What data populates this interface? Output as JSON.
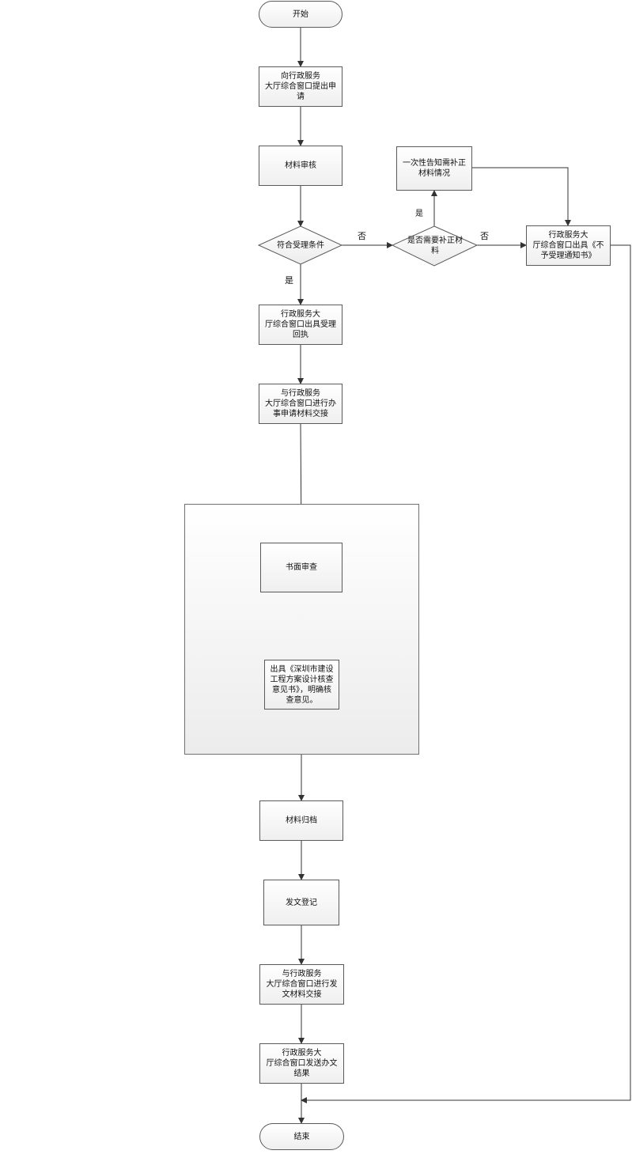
{
  "nodes": {
    "start": "开始",
    "submit_application": "向行政服务\n大厅综合窗口提出申\n请",
    "material_review": "材料审核",
    "meets_conditions": "符合受理条件",
    "need_supplement": "是否需要补正材\n料",
    "notify_supplement": "一次性告知需补正\n材料情况",
    "issue_rejection": "行政服务大\n厅综合窗口出具《不\n予受理通知书》",
    "issue_receipt": "行政服务大\n厅综合窗口出具受理\n回执",
    "handover_materials": "与行政服务\n大厅综合窗口进行办\n事申请材料交接",
    "written_review": "书面审查",
    "issue_opinion": "出具《深圳市建设\n工程方案设计核查\n意见书》，明确核\n查意见。",
    "archive_materials": "材料归档",
    "dispatch_register": "发文登记",
    "handover_dispatch": "与行政服务\n大厅综合窗口进行发\n文材料交接",
    "send_result": "行政服务大\n厅综合窗口发送办文\n结果",
    "end": "结束"
  },
  "edge_labels": {
    "meets_yes": "是",
    "meets_no": "否",
    "supplement_yes": "是",
    "supplement_no": "否"
  }
}
